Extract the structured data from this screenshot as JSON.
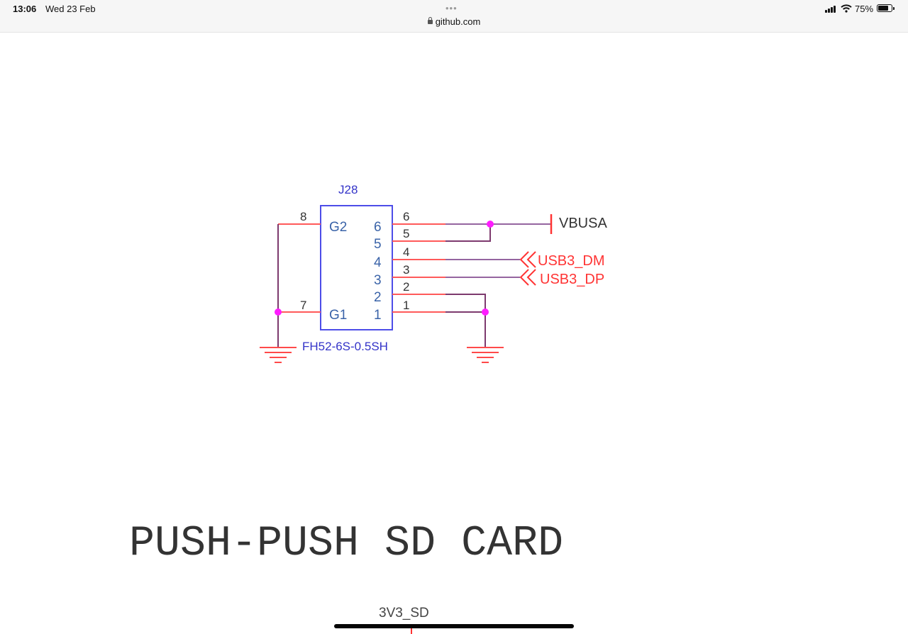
{
  "status_bar": {
    "time": "13:06",
    "date": "Wed 23 Feb",
    "url": "github.com",
    "battery_percent": "75%",
    "battery_level": 0.75,
    "icons": [
      "lock-icon",
      "signal-icon",
      "wifi-icon",
      "battery-icon",
      "more-dots-icon"
    ]
  },
  "schematic": {
    "connector": {
      "designator": "J28",
      "part_number": "FH52-6S-0.5SH",
      "pin_labels": [
        "G2",
        "G1",
        "6",
        "5",
        "4",
        "3",
        "2",
        "1"
      ],
      "pin_numbers": [
        "8",
        "7",
        "6",
        "5",
        "4",
        "3",
        "2",
        "1"
      ]
    },
    "nets": {
      "vbus": "VBUSA",
      "dm": "USB3_DM",
      "dp": "USB3_DP",
      "supply": "3V3_SD"
    },
    "section_title": "PUSH-PUSH SD CARD",
    "colors": {
      "component_outline": "#4d4de8",
      "pin_label": "#3a63a8",
      "pin_line": "#ff5a5a",
      "wire": "#7d3a6e",
      "junction": "#ff1cff",
      "net_label": "#ff3434",
      "ground": "#ff4a4a",
      "title": "#333333"
    }
  }
}
